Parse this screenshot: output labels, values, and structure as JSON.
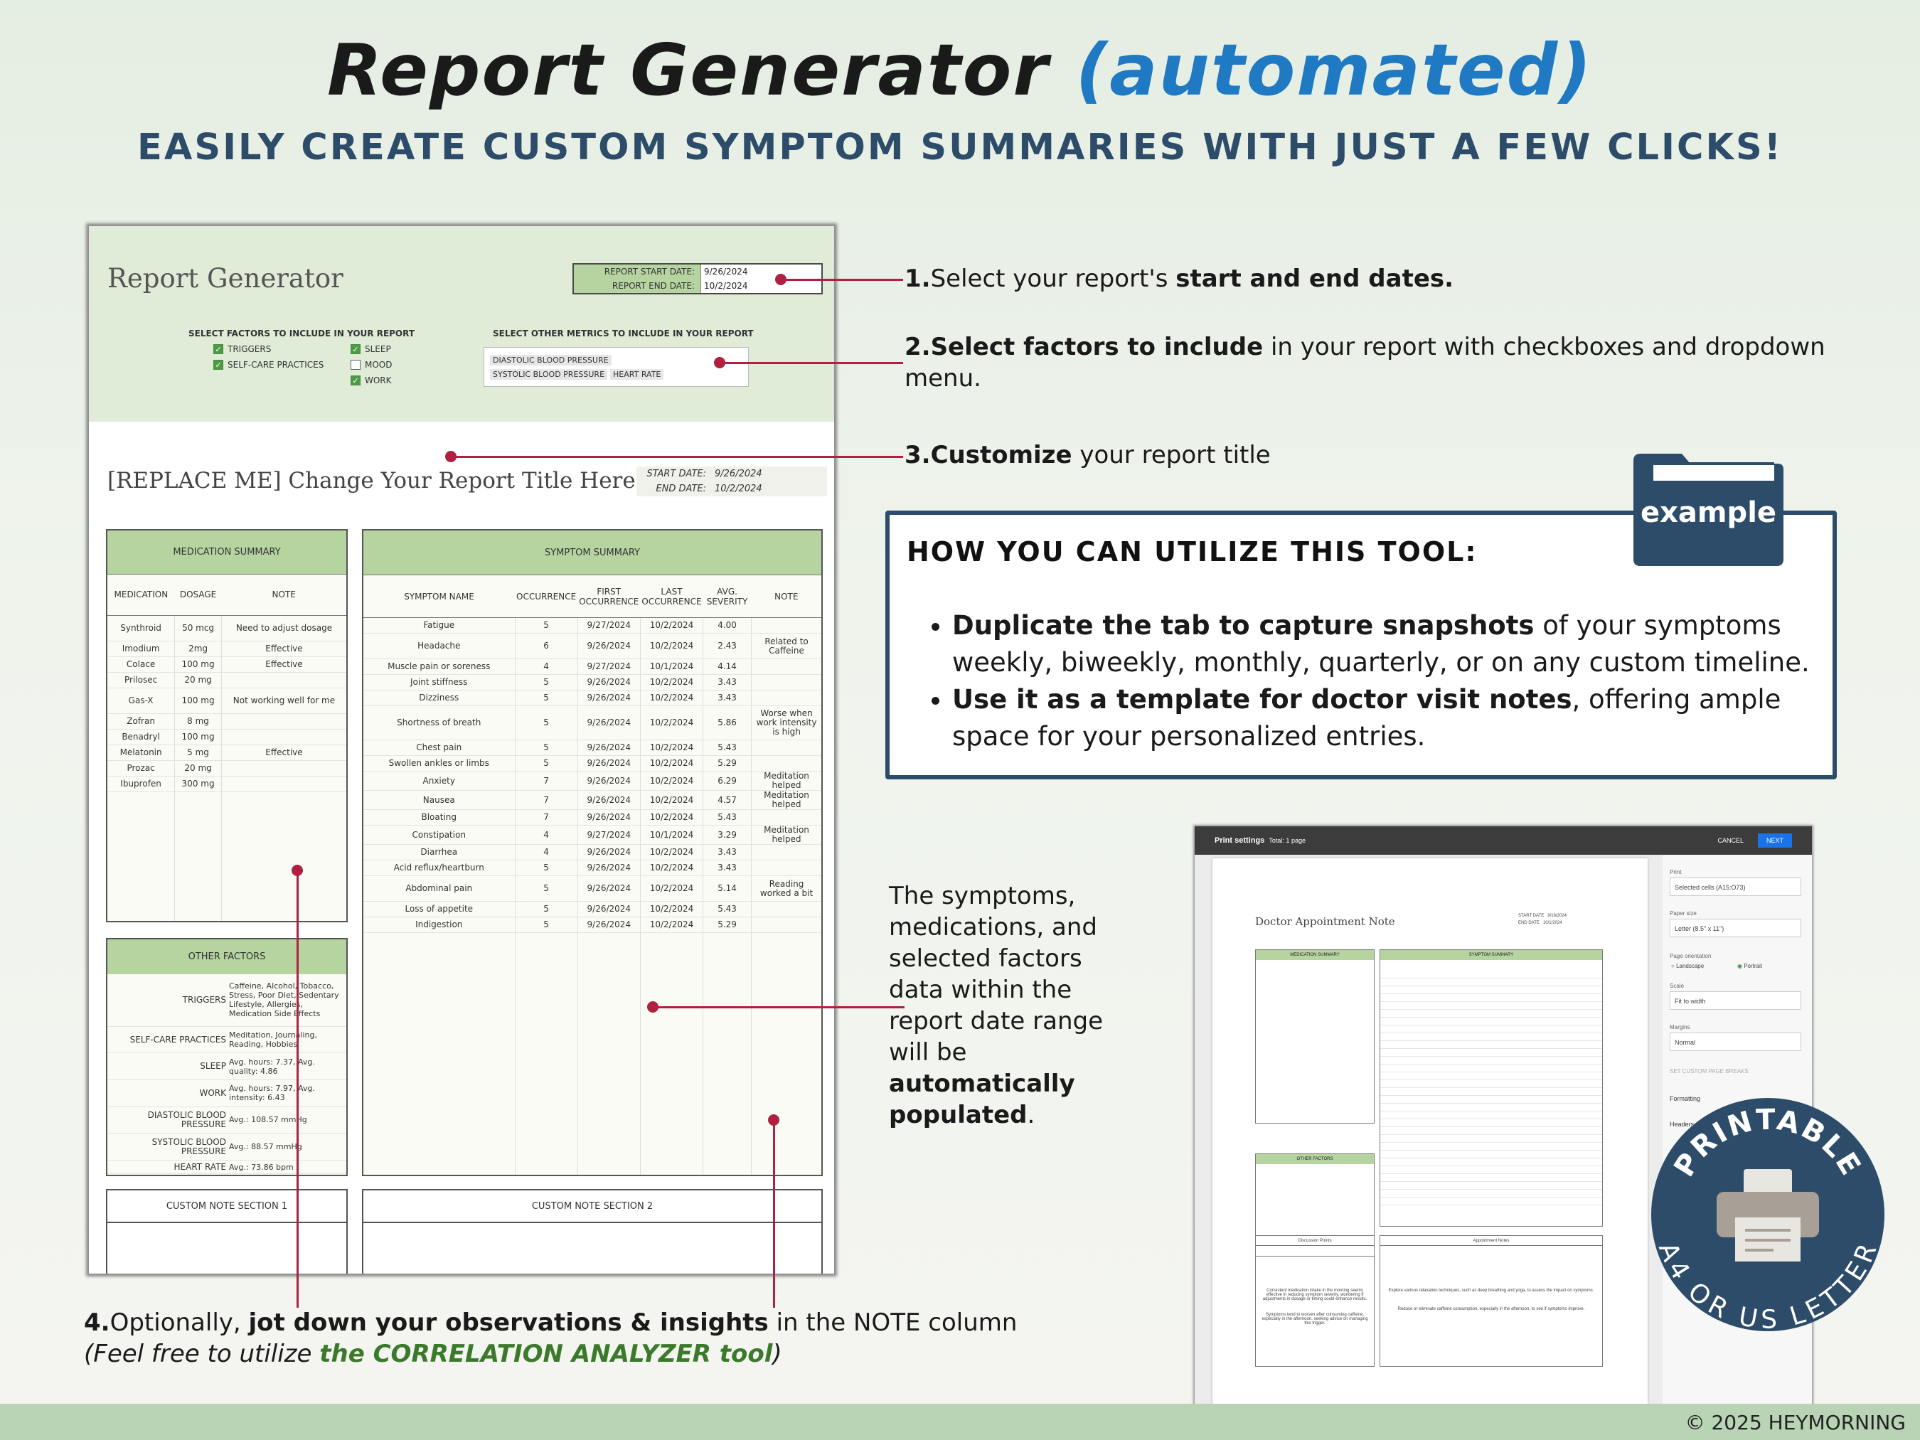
{
  "header": {
    "title_main": "Report Generator",
    "title_accent": "(automated)",
    "subtitle": "EASILY CREATE CUSTOM SYMPTOM SUMMARIES WITH JUST A FEW CLICKS!"
  },
  "sheet": {
    "title": "Report Generator",
    "start_label": "REPORT START DATE:",
    "start_value": "9/26/2024",
    "end_label": "REPORT END DATE:",
    "end_value": "10/2/2024",
    "factors_caption": "SELECT FACTORS TO INCLUDE IN YOUR REPORT",
    "factors": [
      {
        "label": "TRIGGERS",
        "checked": true
      },
      {
        "label": "SELF-CARE PRACTICES",
        "checked": true
      },
      {
        "label": "SLEEP",
        "checked": true
      },
      {
        "label": "MOOD",
        "checked": false
      },
      {
        "label": "WORK",
        "checked": true
      }
    ],
    "metrics_caption": "SELECT OTHER METRICS TO INCLUDE IN YOUR REPORT",
    "metrics": [
      "DIASTOLIC BLOOD PRESSURE",
      "SYSTOLIC BLOOD PRESSURE",
      "HEART RATE"
    ],
    "report_title": "[REPLACE ME] Change Your Report Title Here",
    "rd_start_label": "START DATE:",
    "rd_start": "9/26/2024",
    "rd_end_label": "END DATE:",
    "rd_end": "10/2/2024",
    "med": {
      "caption": "MEDICATION SUMMARY",
      "headers": [
        "MEDICATION",
        "DOSAGE",
        "NOTE"
      ],
      "rows": [
        [
          "Synthroid",
          "50 mcg",
          "Need to adjust dosage"
        ],
        [
          "Imodium",
          "2mg",
          "Effective"
        ],
        [
          "Colace",
          "100 mg",
          "Effective"
        ],
        [
          "Prilosec",
          "20 mg",
          ""
        ],
        [
          "Gas-X",
          "100 mg",
          "Not working well for me"
        ],
        [
          "Zofran",
          "8 mg",
          ""
        ],
        [
          "Benadryl",
          "100 mg",
          ""
        ],
        [
          "Melatonin",
          "5 mg",
          "Effective"
        ],
        [
          "Prozac",
          "20 mg",
          ""
        ],
        [
          "Ibuprofen",
          "300 mg",
          ""
        ]
      ]
    },
    "sym": {
      "caption": "SYMPTOM SUMMARY",
      "headers": [
        "SYMPTOM NAME",
        "OCCURRENCE",
        "FIRST OCCURRENCE",
        "LAST OCCURRENCE",
        "AVG. SEVERITY",
        "NOTE"
      ],
      "rows": [
        [
          "Fatigue",
          "5",
          "9/27/2024",
          "10/2/2024",
          "4.00",
          ""
        ],
        [
          "Headache",
          "6",
          "9/26/2024",
          "10/2/2024",
          "2.43",
          "Related to Caffeine"
        ],
        [
          "Muscle pain or soreness",
          "4",
          "9/27/2024",
          "10/1/2024",
          "4.14",
          ""
        ],
        [
          "Joint stiffness",
          "5",
          "9/26/2024",
          "10/2/2024",
          "3.43",
          ""
        ],
        [
          "Dizziness",
          "5",
          "9/26/2024",
          "10/2/2024",
          "3.43",
          ""
        ],
        [
          "Shortness of breath",
          "5",
          "9/26/2024",
          "10/2/2024",
          "5.86",
          "Worse when work intensity is high"
        ],
        [
          "Chest pain",
          "5",
          "9/26/2024",
          "10/2/2024",
          "5.43",
          ""
        ],
        [
          "Swollen ankles or limbs",
          "5",
          "9/26/2024",
          "10/2/2024",
          "5.29",
          ""
        ],
        [
          "Anxiety",
          "7",
          "9/26/2024",
          "10/2/2024",
          "6.29",
          "Meditation helped"
        ],
        [
          "Nausea",
          "7",
          "9/26/2024",
          "10/2/2024",
          "4.57",
          "Meditation helped"
        ],
        [
          "Bloating",
          "7",
          "9/26/2024",
          "10/2/2024",
          "5.43",
          ""
        ],
        [
          "Constipation",
          "4",
          "9/27/2024",
          "10/1/2024",
          "3.29",
          "Meditation helped"
        ],
        [
          "Diarrhea",
          "4",
          "9/26/2024",
          "10/2/2024",
          "3.43",
          ""
        ],
        [
          "Acid reflux/heartburn",
          "5",
          "9/26/2024",
          "10/2/2024",
          "3.43",
          ""
        ],
        [
          "Abdominal pain",
          "5",
          "9/26/2024",
          "10/2/2024",
          "5.14",
          "Reading worked a bit"
        ],
        [
          "Loss of appetite",
          "5",
          "9/26/2024",
          "10/2/2024",
          "5.43",
          ""
        ],
        [
          "Indigestion",
          "5",
          "9/26/2024",
          "10/2/2024",
          "5.29",
          ""
        ]
      ]
    },
    "other": {
      "caption": "OTHER FACTORS",
      "rows": [
        [
          "TRIGGERS",
          "Caffeine, Alcohol, Tobacco, Stress, Poor Diet, Sedentary Lifestyle, Allergies, Medication Side Effects"
        ],
        [
          "SELF-CARE PRACTICES",
          "Meditation, Journaling, Reading, Hobbies"
        ],
        [
          "SLEEP",
          "Avg. hours: 7.37, Avg. quality: 4.86"
        ],
        [
          "WORK",
          "Avg. hours: 7.97, Avg. intensity: 6.43"
        ],
        [
          "DIASTOLIC BLOOD PRESSURE",
          "Avg.: 108.57 mmHg"
        ],
        [
          "SYSTOLIC BLOOD PRESSURE",
          "Avg.: 88.57 mmHg"
        ],
        [
          "HEART RATE",
          "Avg.: 73.86 bpm"
        ]
      ]
    },
    "note1": "CUSTOM NOTE SECTION 1",
    "note2": "CUSTOM NOTE SECTION 2"
  },
  "annotations": {
    "a1_num": "1.",
    "a1_text": "Select your report's ",
    "a1_bold": "start and end dates.",
    "a2_bold": "2.Select factors to include",
    "a2_text": " in your report with checkboxes and dropdown menu.",
    "a3_bold": "3.Customize",
    "a3_text": " your report title",
    "a5_text": "The symptoms, medications, and selected factors data within the report date range will be ",
    "a5_bold": "automatically populated",
    "a4_num": "4.",
    "a4_text": "Optionally, ",
    "a4_bold": "jot down your observations & insights",
    "a4_tail": " in the NOTE column",
    "a4_line2_a": "(Feel free to utilize ",
    "a4_line2_b": "the CORRELATION ANALYZER tool",
    "a4_line2_c": ")"
  },
  "info": {
    "heading": "HOW YOU CAN UTILIZE THIS TOOL:",
    "b1_bold": "Duplicate the tab to capture snapshots",
    "b1_text": " of your symptoms weekly, biweekly, monthly, quarterly, or on any custom timeline.",
    "b2_bold": "Use it as a template for doctor visit notes",
    "b2_text": ", offering ample space for your personalized entries."
  },
  "folder_label": "example",
  "print": {
    "title": "Print settings",
    "total": "Total: 1 page",
    "cancel": "CANCEL",
    "next": "NEXT",
    "page_title": "Doctor Appointment Note",
    "start_label": "START DATE",
    "start": "9/16/2024",
    "end_label": "END DATE",
    "end": "10/1/2024",
    "print_label": "Print",
    "print_val": "Selected cells (A15:O73)",
    "paper_label": "Paper size",
    "paper_val": "Letter (8.5\" x 11\")",
    "orient_label": "Page orientation",
    "landscape": "Landscape",
    "portrait": "Portrait",
    "scale_label": "Scale",
    "scale_val": "Fit to width",
    "margins_label": "Margins",
    "margins_val": "Normal",
    "breaks": "SET CUSTOM PAGE BREAKS",
    "formatting": "Formatting",
    "headers_footers": "Headers & footers",
    "med_caption": "MEDICATION SUMMARY",
    "sym_caption": "SYMPTOM SUMMARY",
    "other_caption": "OTHER FACTORS",
    "disc": "Discussion Points",
    "appt": "Appointment Notes",
    "disc_text1": "Consistent medication intake in the morning seems effective in reducing symptom severity, wondering if adjustments in dosage or timing could enhance results.",
    "disc_text2": "Symptoms tend to worsen after consuming caffeine, especially in the afternoon, seeking advice on managing this trigger.",
    "appt_text1": "Explore various relaxation techniques, such as deep breathing and yoga, to assess the impact on symptoms.",
    "appt_text2": "Reduce or eliminate caffeine consumption, especially in the afternoon, to see if symptoms improve."
  },
  "badge": {
    "top": "PRINTABLE",
    "bottom": "A4 OR US LETTER"
  },
  "footer": "© 2025 HEYMORNING",
  "colors": {
    "accent": "#1f7ac3",
    "navy": "#2d4c6a",
    "green_header": "#b6d4a0",
    "red": "#b02040"
  }
}
